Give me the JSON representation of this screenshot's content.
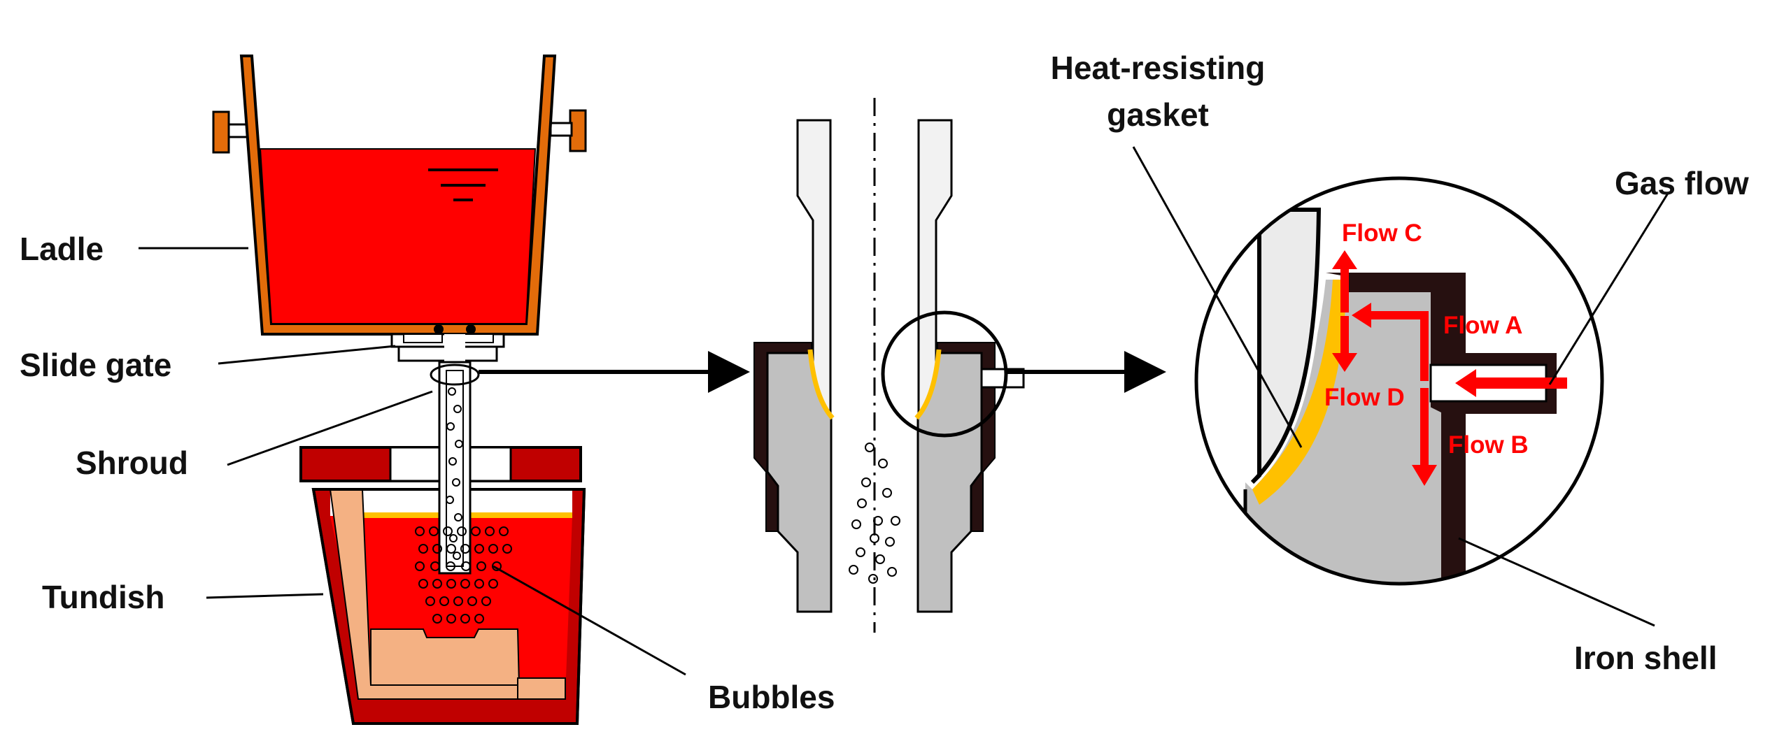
{
  "labels": {
    "ladle": "Ladle",
    "slide_gate": "Slide gate",
    "shroud": "Shroud",
    "tundish": "Tundish",
    "bubbles": "Bubbles",
    "heat_resisting_gasket_line1": "Heat-resisting",
    "heat_resisting_gasket_line2": "gasket",
    "gas_flow": "Gas flow",
    "iron_shell": "Iron shell"
  },
  "flows": {
    "a": "Flow A",
    "b": "Flow B",
    "c": "Flow C",
    "d": "Flow D"
  },
  "colors": {
    "molten_steel": "#ff0000",
    "ladle_shell": "#e36c0a",
    "tundish_shell": "#c00000",
    "refractory": "#f4b183",
    "gasket": "#ffc000",
    "nozzle_refractory": "#c0c0c0",
    "iron_shell": "#261010",
    "flow_arrow": "#ff0000"
  }
}
